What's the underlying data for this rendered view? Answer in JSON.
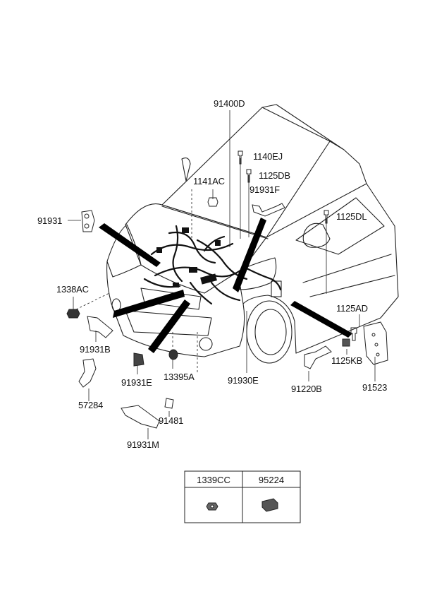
{
  "diagram": {
    "parts": {
      "p91400D": "91400D",
      "p1140EJ": "1140EJ",
      "p1125DB": "1125DB",
      "p1141AC": "1141AC",
      "p91931F": "91931F",
      "p91931": "91931",
      "p1125DL": "1125DL",
      "p1338AC": "1338AC",
      "p1125AD": "1125AD",
      "p91931B": "91931B",
      "p1125KB": "1125KB",
      "p91931E": "91931E",
      "p13395A": "13395A",
      "p91930E": "91930E",
      "p91220B": "91220B",
      "p91523": "91523",
      "p57284": "57284",
      "p91481": "91481",
      "p91931M": "91931M"
    },
    "table": {
      "headers": [
        "1339CC",
        "95224"
      ]
    }
  }
}
